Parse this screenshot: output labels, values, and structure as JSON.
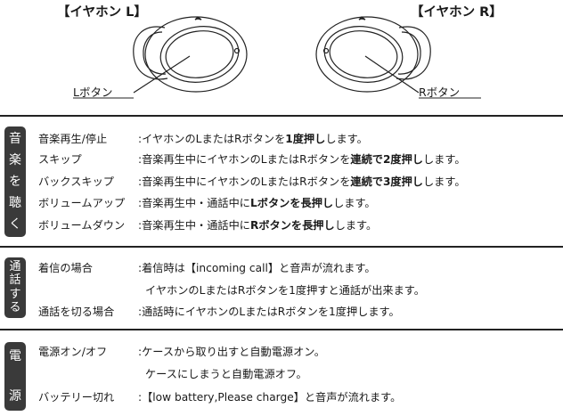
{
  "earbuds": {
    "left_title": "【イヤホン L】",
    "right_title": "【イヤホン R】",
    "left_button": "Lボタン",
    "right_button": "Rボタン"
  },
  "sections": {
    "music": {
      "tag": [
        "音",
        "楽",
        "を",
        "聴",
        "く"
      ],
      "rows": [
        {
          "label": "音楽再生/停止",
          "sep": ":",
          "pre": "イヤホンのLまたはRボタンを",
          "bold": "1度押し",
          "post": "します。"
        },
        {
          "label": "スキップ",
          "sep": ":",
          "pre": "音楽再生中にイヤホンのLまたはRボタンを",
          "bold": "連続で2度押し",
          "post": "します。"
        },
        {
          "label": "バックスキップ",
          "sep": ":",
          "pre": "音楽再生中にイヤホンのLまたはRボタンを",
          "bold": "連続で3度押し",
          "post": "します。"
        },
        {
          "label": "ボリュームアップ",
          "sep": ":",
          "pre": "音楽再生中・通話中に",
          "bold": "Lボタンを長押し",
          "post": "します。"
        },
        {
          "label": "ボリュームダウン",
          "sep": ":",
          "pre": "音楽再生中・通話中に",
          "bold": "Rボタンを長押し",
          "post": "します。"
        }
      ]
    },
    "call": {
      "tag": [
        "通",
        "話",
        "す",
        "る"
      ],
      "rows": [
        {
          "label": "着信の場合",
          "sep": ":",
          "text": "着信時は【incoming call】と音声が流れます。"
        },
        {
          "label": "",
          "sep": "",
          "text": "イヤホンのLまたはRボタンを1度押すと通話が出来ます。"
        },
        {
          "label": "通話を切る場合",
          "sep": ":",
          "text": "通話時にイヤホンのLまたはRボタンを1度押します。"
        }
      ]
    },
    "power": {
      "tag": [
        "電",
        "源"
      ],
      "rows": [
        {
          "label": "電源オン/オフ",
          "sep": ":",
          "text": "ケースから取り出すと自動電源オン。"
        },
        {
          "label": "",
          "sep": "",
          "text": "ケースにしまうと自動電源オフ。"
        },
        {
          "label": "バッテリー切れ",
          "sep": ":",
          "text": "【low battery,Please charge】と音声が流れます。"
        }
      ]
    }
  }
}
